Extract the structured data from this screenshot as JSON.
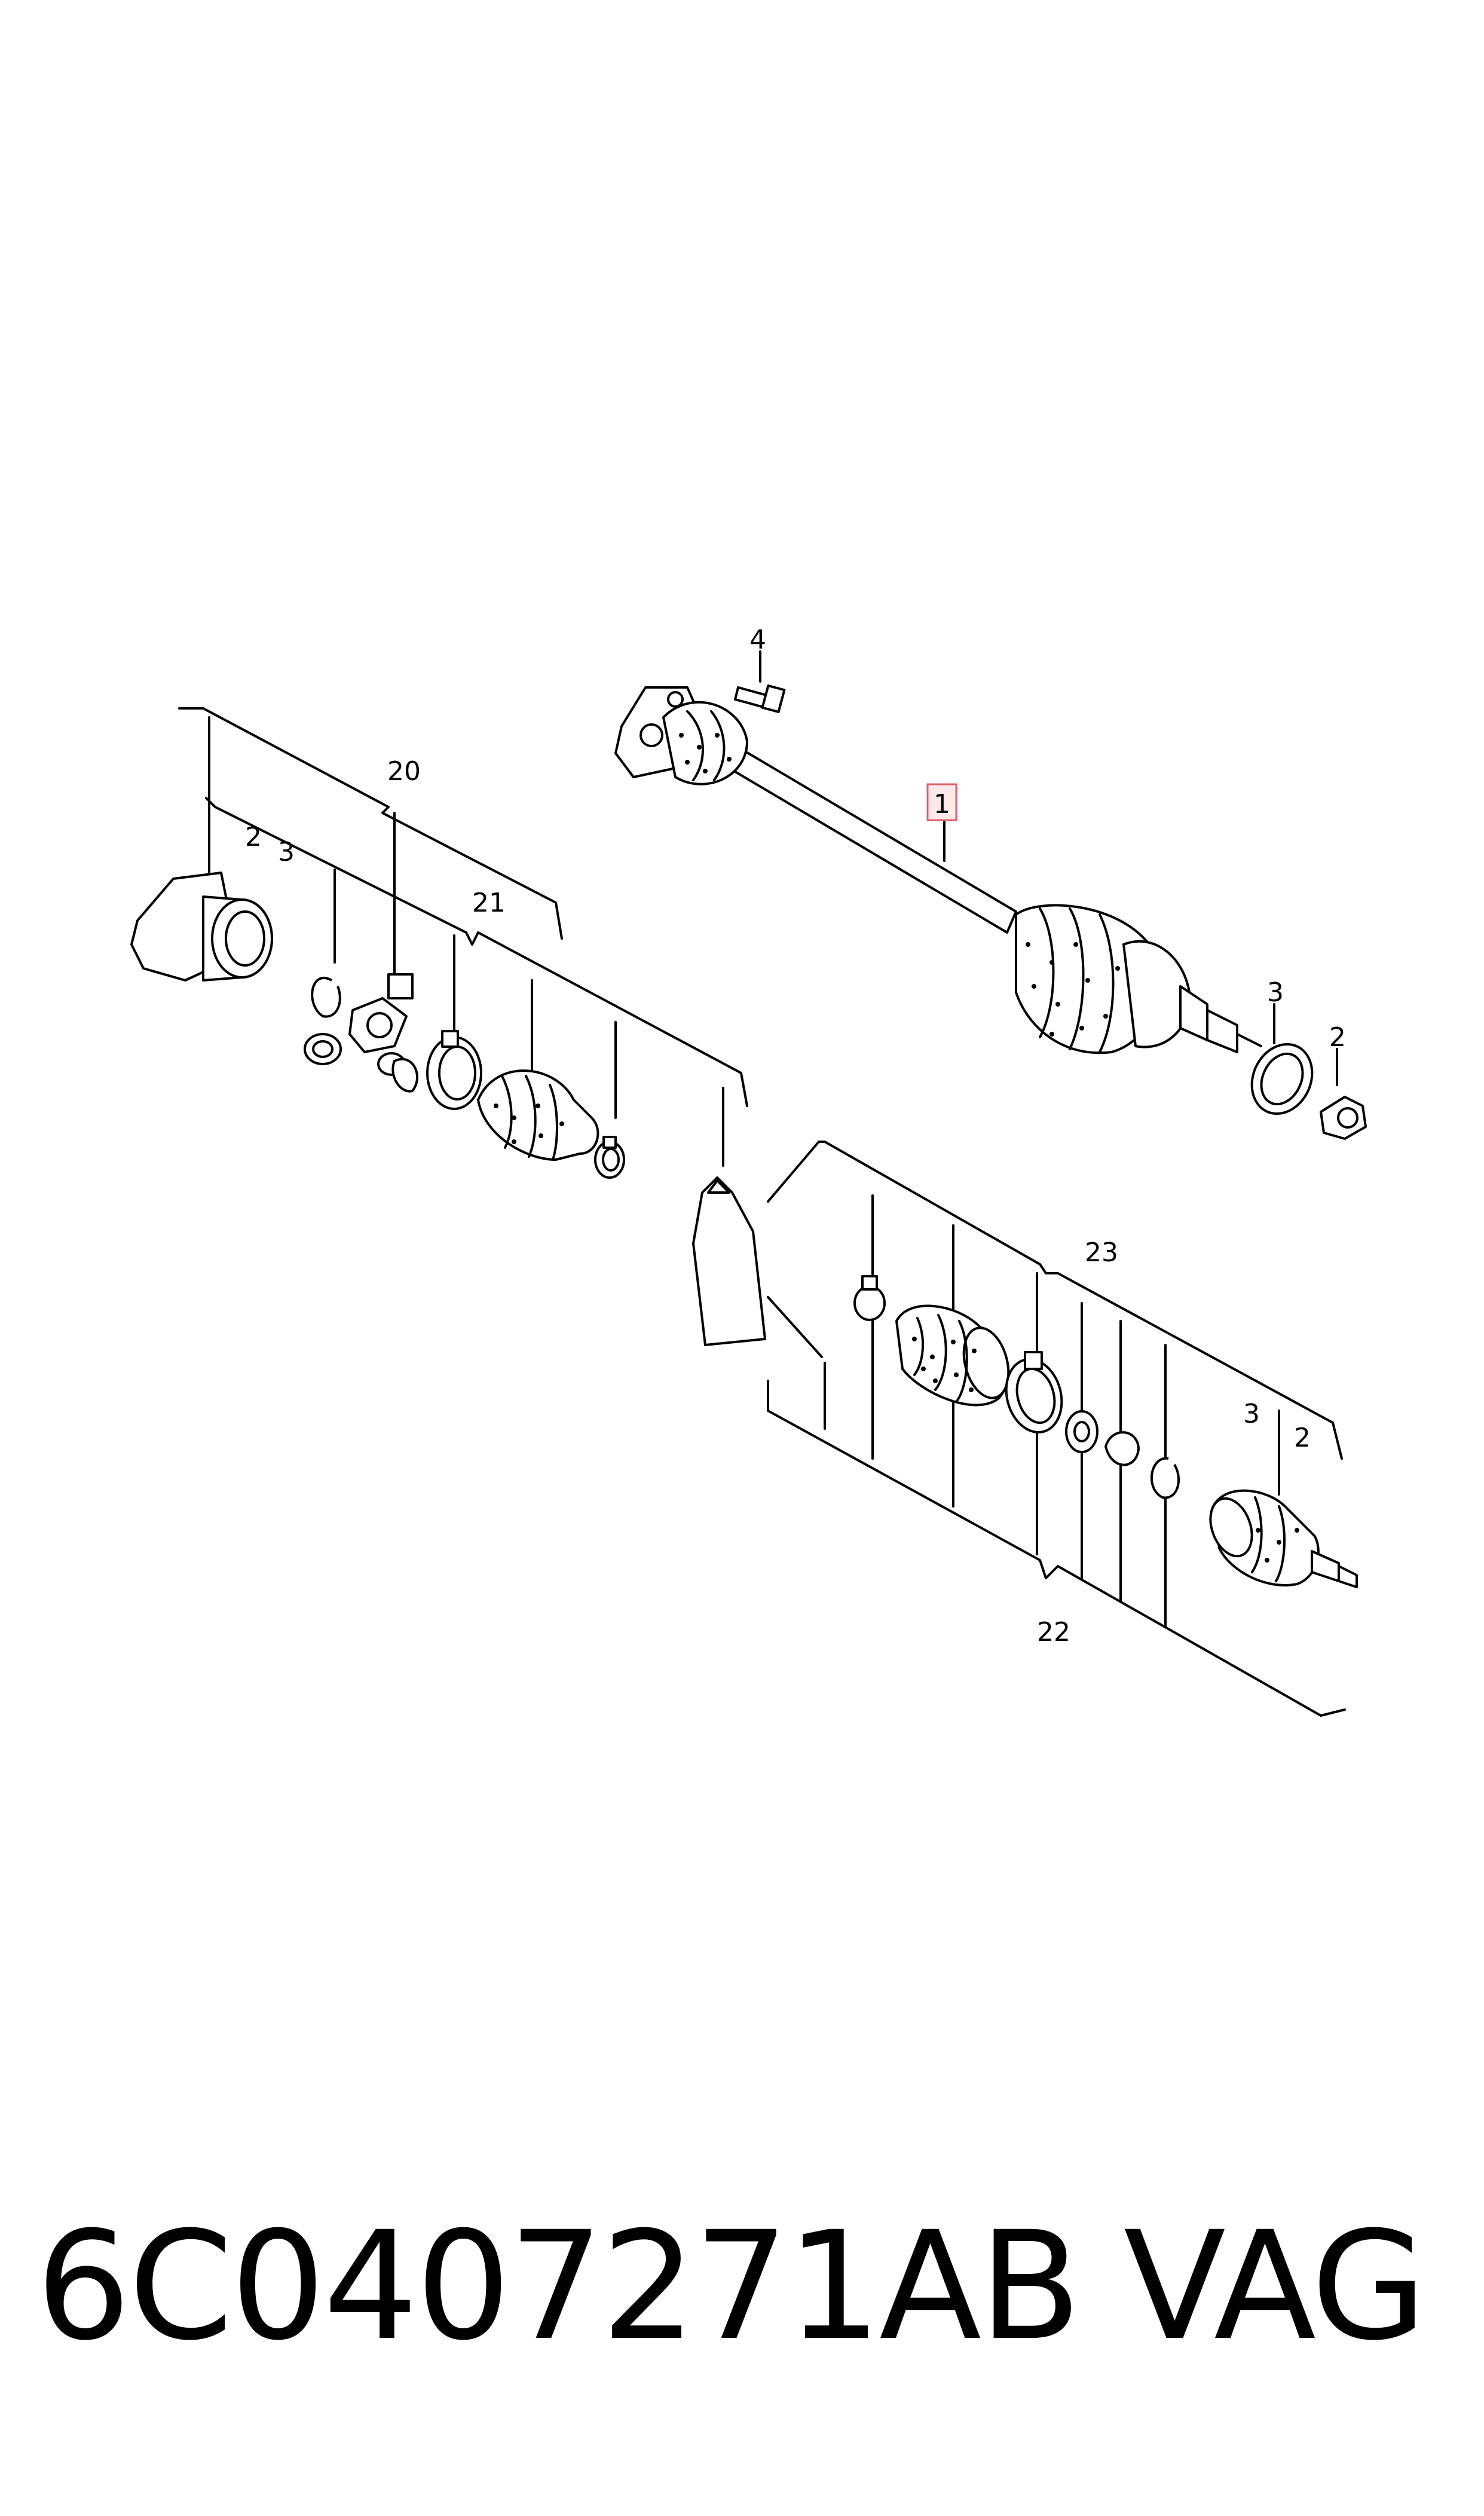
{
  "callouts": {
    "c1": "1",
    "c2_top": "2",
    "c3_top": "3",
    "c4": "4",
    "c20": "20",
    "c21": "21",
    "c2_left": "2",
    "c3_left": "3",
    "c23": "23",
    "c3_right": "3",
    "c2_right": "2",
    "c22": "22"
  },
  "footer": {
    "part_number": "6C0407271AB",
    "brand": "VAG"
  },
  "colors": {
    "line": "#000000",
    "highlight_box": "#e0606a",
    "highlight_fill": "#fde8ea"
  }
}
